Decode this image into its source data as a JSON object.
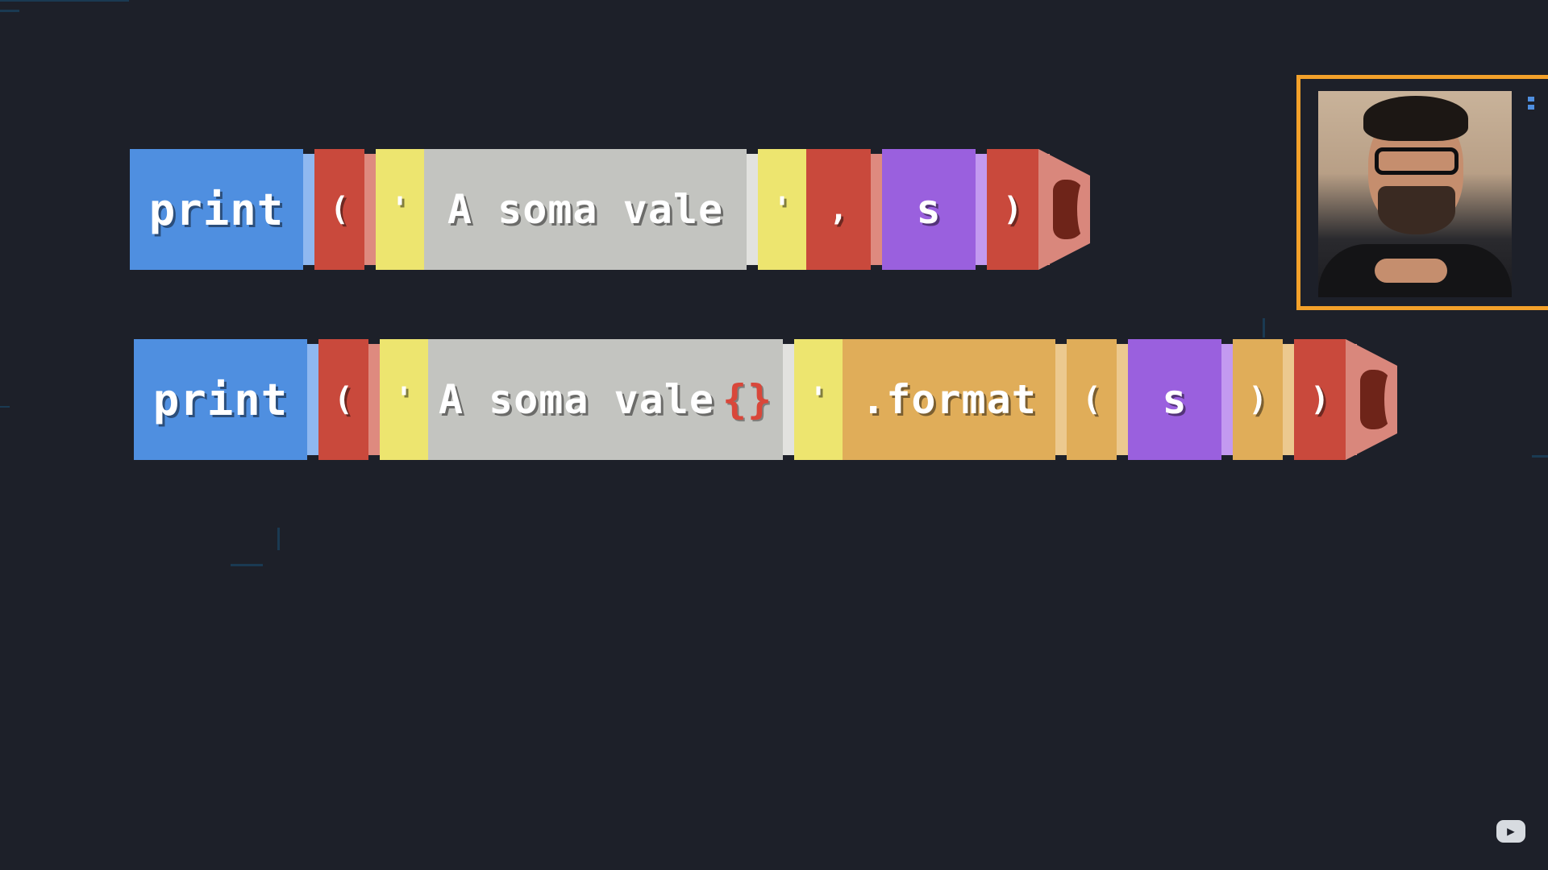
{
  "rows": [
    {
      "blocks": [
        {
          "kind": "keyword",
          "text": "print",
          "color": "#4f8fe0"
        },
        {
          "kind": "symbol",
          "text": "(",
          "color": "#c9493c"
        },
        {
          "kind": "quote",
          "text": "'",
          "color": "#ede56f"
        },
        {
          "kind": "string",
          "text": "A soma vale",
          "color": "#c3c4c0"
        },
        {
          "kind": "quote",
          "text": "'",
          "color": "#ede56f"
        },
        {
          "kind": "symbol",
          "text": ",",
          "color": "#c9493c"
        },
        {
          "kind": "variable",
          "text": "s",
          "color": "#9a60de"
        },
        {
          "kind": "symbol",
          "text": ")",
          "color": "#c9493c"
        }
      ]
    },
    {
      "blocks": [
        {
          "kind": "keyword",
          "text": "print",
          "color": "#4f8fe0"
        },
        {
          "kind": "symbol",
          "text": "(",
          "color": "#c9493c"
        },
        {
          "kind": "quote",
          "text": "'",
          "color": "#ede56f"
        },
        {
          "kind": "string",
          "text": "A soma vale",
          "suffix": "{}",
          "color": "#c3c4c0"
        },
        {
          "kind": "quote",
          "text": "'",
          "color": "#ede56f"
        },
        {
          "kind": "method",
          "text": ".format",
          "color": "#e0ad59"
        },
        {
          "kind": "symbol",
          "text": "(",
          "color": "#e0ad59"
        },
        {
          "kind": "variable",
          "text": "s",
          "color": "#9a60de"
        },
        {
          "kind": "symbol",
          "text": ")",
          "color": "#e0ad59"
        },
        {
          "kind": "symbol",
          "text": ")",
          "color": "#c9493c"
        }
      ]
    }
  ],
  "overlay": {
    "webcam_frame_color": "#f3a12a",
    "player_icon": "youtube-play-icon"
  }
}
